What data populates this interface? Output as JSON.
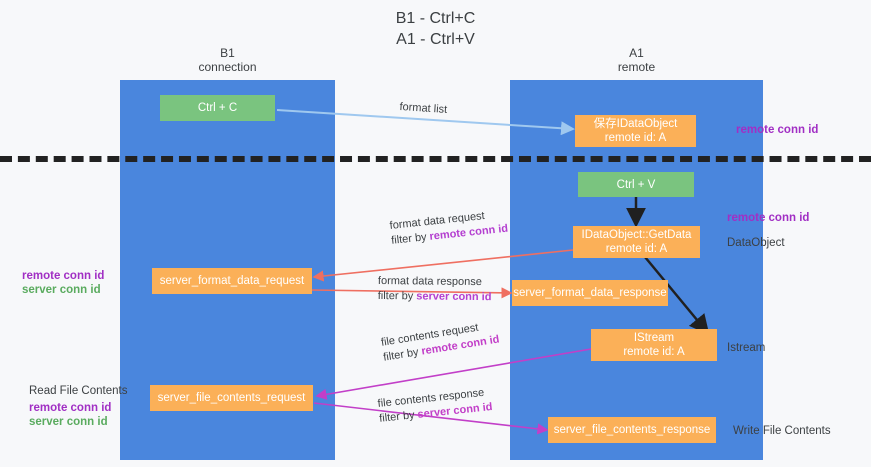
{
  "title": "B1 - Ctrl+C\nA1 - Ctrl+V",
  "columns": [
    {
      "name": "b1",
      "label": "B1\nconnection"
    },
    {
      "name": "a1",
      "label": "A1\nremote"
    }
  ],
  "nodes": [
    {
      "id": "ctrl-c",
      "label": "Ctrl + C",
      "kind": "green"
    },
    {
      "id": "save-idataobject",
      "label": "保存IDataObject\nremote id: A",
      "kind": "orange"
    },
    {
      "id": "ctrl-v",
      "label": "Ctrl + V",
      "kind": "green"
    },
    {
      "id": "idataobject-getdata",
      "label": "IDataObject::GetData\nremote id: A",
      "kind": "orange"
    },
    {
      "id": "server-format-data-request",
      "label": "server_format_data_request",
      "kind": "orange"
    },
    {
      "id": "server-format-data-response",
      "label": "server_format_data_response",
      "kind": "orange"
    },
    {
      "id": "istream",
      "label": "IStream\nremote id: A",
      "kind": "orange"
    },
    {
      "id": "server-file-contents-request",
      "label": "server_file_contents_request",
      "kind": "orange"
    },
    {
      "id": "server-file-contents-response",
      "label": "server_file_contents_response",
      "kind": "orange"
    }
  ],
  "right_annotations": [
    {
      "id": "remote-conn-id-1",
      "text": "remote conn id",
      "style": "purple"
    },
    {
      "id": "remote-conn-id-2",
      "text": "remote conn id",
      "style": "purple"
    },
    {
      "id": "dataobject",
      "text": "DataObject",
      "style": "plain"
    },
    {
      "id": "istream-label",
      "text": "Istream",
      "style": "plain"
    },
    {
      "id": "write-file",
      "text": "Write File Contents",
      "style": "plain"
    }
  ],
  "left_annotations": [
    {
      "id": "left-remote-conn-id",
      "text": "remote conn id",
      "style": "purple"
    },
    {
      "id": "left-server-conn-id",
      "text": "server conn id",
      "style": "green"
    },
    {
      "id": "read-file",
      "text": "Read File Contents",
      "style": "plain"
    },
    {
      "id": "left-remote-conn-id-2",
      "text": "remote conn id",
      "style": "purple"
    },
    {
      "id": "left-server-conn-id-2",
      "text": "server conn id",
      "style": "green"
    }
  ],
  "edges": [
    {
      "id": "format-list",
      "line1": "format list",
      "line2": "",
      "highlight": ""
    },
    {
      "id": "format-data-request",
      "line1": "format data request",
      "line2": "filter by ",
      "highlight": "remote conn id"
    },
    {
      "id": "format-data-response",
      "line1": "format data response",
      "line2": "filter by ",
      "highlight": "server conn id"
    },
    {
      "id": "file-contents-request",
      "line1": "file contents request",
      "line2": "filter by ",
      "highlight": "remote conn id"
    },
    {
      "id": "file-contents-response",
      "line1": "file contents response",
      "line2": "filter by ",
      "highlight": "server conn id"
    }
  ],
  "colors": {
    "lane": "#4a86dd",
    "green_node": "#7ac47f",
    "orange_node": "#fbb058",
    "purple_text": "#a12fc4",
    "green_text": "#5aab5f",
    "background": "#f7f8fa",
    "arrow_format_list": "#9fc8ef",
    "arrow_format_data": "#ef6f61",
    "arrow_file_contents": "#c23fc8",
    "arrow_black": "#202020"
  }
}
